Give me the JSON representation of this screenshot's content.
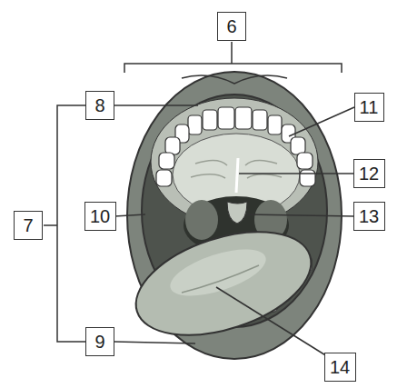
{
  "diagram": {
    "labels": [
      "6",
      "8",
      "11",
      "7",
      "10",
      "12",
      "13",
      "9",
      "14"
    ]
  }
}
